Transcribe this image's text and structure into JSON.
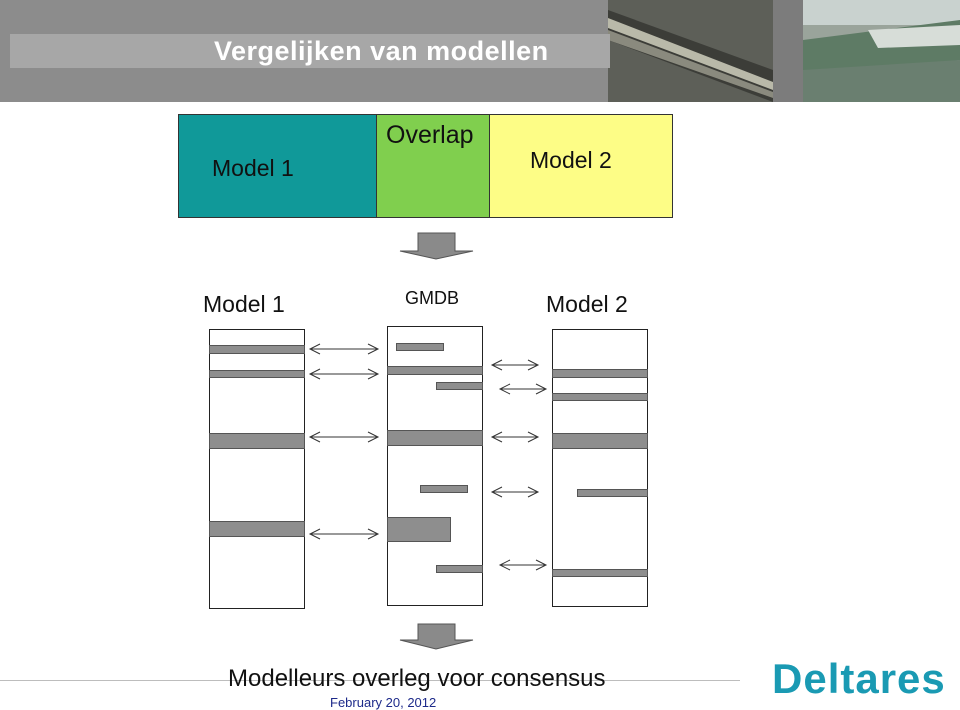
{
  "slide": {
    "title": "Vergelijken van modellen",
    "top": {
      "model1_label": "Model   1",
      "overlap_label": "Overlap",
      "model2_label": "Model   2"
    },
    "bottom": {
      "model1_label": "Model   1",
      "gmdb_label": "GMDB",
      "model2_label": "Model   2"
    },
    "footer": {
      "subtitle": "Modelleurs overleg voor consensus",
      "date": "February 20, 2012",
      "logo_text": "Deltares"
    }
  },
  "colors": {
    "model1": "#109999",
    "overlap": "#80cf4e",
    "model2": "#fdfd86",
    "logo": "#1a9ab3"
  }
}
